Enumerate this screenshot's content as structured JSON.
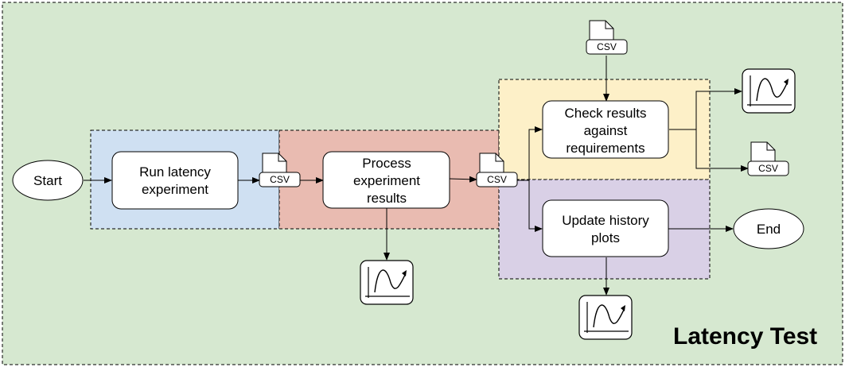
{
  "diagram": {
    "title": "Latency Test",
    "colors": {
      "background": "#d6e8d0",
      "blue_region": "#cfe0f2",
      "red_region": "#e9bbb1",
      "yellow_region": "#fdf0c8",
      "purple_region": "#d9d0e6",
      "box": "#ffffff",
      "stroke": "#000000"
    },
    "nodes": {
      "start": "Start",
      "run_latency": [
        "Run latency",
        "experiment"
      ],
      "process_results": [
        "Process",
        "experiment",
        "results"
      ],
      "check_results": [
        "Check results",
        "against",
        "requirements"
      ],
      "update_plots": [
        "Update history",
        "plots"
      ],
      "end": "End"
    },
    "files": {
      "csv_label": "CSV"
    },
    "icons": [
      "csv-file-icon",
      "plot-icon"
    ]
  }
}
